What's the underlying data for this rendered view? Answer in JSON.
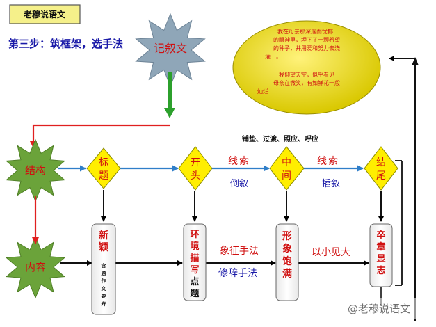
{
  "title_badge": "老穆说语文",
  "step_heading": "第三步：筑框架，选手法",
  "root_node": "记叙文",
  "ellipse_text": {
    "line1": "我在母亲那深邃而忧郁",
    "line2": "的眼神里，埋下了一颗希望",
    "line3": "的种子，并用爱和努力去浇",
    "line4": "灌…。",
    "line5": "我仰望天空，似乎看见",
    "line6": "母亲在微笑，有如鲜花一般",
    "line7": "灿烂……"
  },
  "techniques_note": "铺垫、过渡、照应、呼应",
  "left_nodes": {
    "structure": "结构",
    "content": "内容"
  },
  "diamonds": {
    "title_line1": "标",
    "title_line2": "题",
    "opening_line1": "开",
    "opening_line2": "头",
    "middle_line1": "中",
    "middle_line2": "间",
    "ending_line1": "结",
    "ending_line2": "尾"
  },
  "arrow_labels": {
    "clue_1": "线索",
    "flashback": "倒叙",
    "clue_2": "线索",
    "interpolated": "插叙",
    "symbolism": "象征手法",
    "rhetoric": "修辞手法",
    "small_big": "以小见大"
  },
  "boxes": {
    "novel_title": "新颖",
    "novel_sub": "含题作文要卉",
    "env_description": "环境描写点题",
    "vivid_image": "形象饱满",
    "theme_reveal": "卒章显志"
  },
  "watermark": "@老穆说语文",
  "colors": {
    "badge_fill": "#f5f08a",
    "star_green": "#6ba33a",
    "root_star": "#8fa6b8",
    "diamond_fill": "#ffee00",
    "blue_arrow": "#2f7ec9",
    "red_arrow": "#e02020",
    "heading_blue": "#1a1aa8",
    "label_red": "#d01010"
  }
}
